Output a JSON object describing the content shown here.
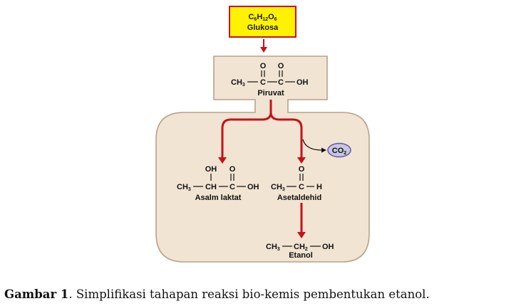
{
  "glucose": {
    "formula_base": "C",
    "formula_sub1": "6",
    "formula_h": "H",
    "formula_sub2": "12",
    "formula_o": "O",
    "formula_sub3": "6",
    "name": "Glukosa"
  },
  "pyruvate": {
    "name": "Piruvat",
    "o1": "O",
    "o2": "O",
    "ch3": "CH",
    "ch3_sub": "3",
    "c1": "C",
    "c2": "C",
    "oh": "OH"
  },
  "lactic": {
    "name": "Asalm laktat",
    "oh_top": "OH",
    "o_top": "O",
    "ch3": "CH",
    "ch3_sub": "3",
    "ch": "CH",
    "c": "C",
    "oh": "OH"
  },
  "acetaldehyde": {
    "name": "Asetaldehid",
    "o_top": "O",
    "ch3": "CH",
    "ch3_sub": "3",
    "c": "C",
    "h": "H"
  },
  "co2": {
    "base": "CO",
    "sub": "2"
  },
  "ethanol": {
    "name": "Etanol",
    "ch3": "CH",
    "ch3_sub": "3",
    "ch2": "CH",
    "ch2_sub": "2",
    "oh": "OH"
  },
  "caption": {
    "prefix": "Gambar 1",
    "text": ". Simplifikasi tahapan reaksi bio-kemis pembentukan etanol."
  },
  "colors": {
    "panel_fill": "#f2e4d2",
    "panel_stroke": "#b7a28b",
    "glucose_fill": "#fff200",
    "glucose_stroke": "#c8102e",
    "arrow": "#c4121a",
    "co2_fill": "#c8c6e4",
    "co2_stroke": "#5f5a9a"
  }
}
